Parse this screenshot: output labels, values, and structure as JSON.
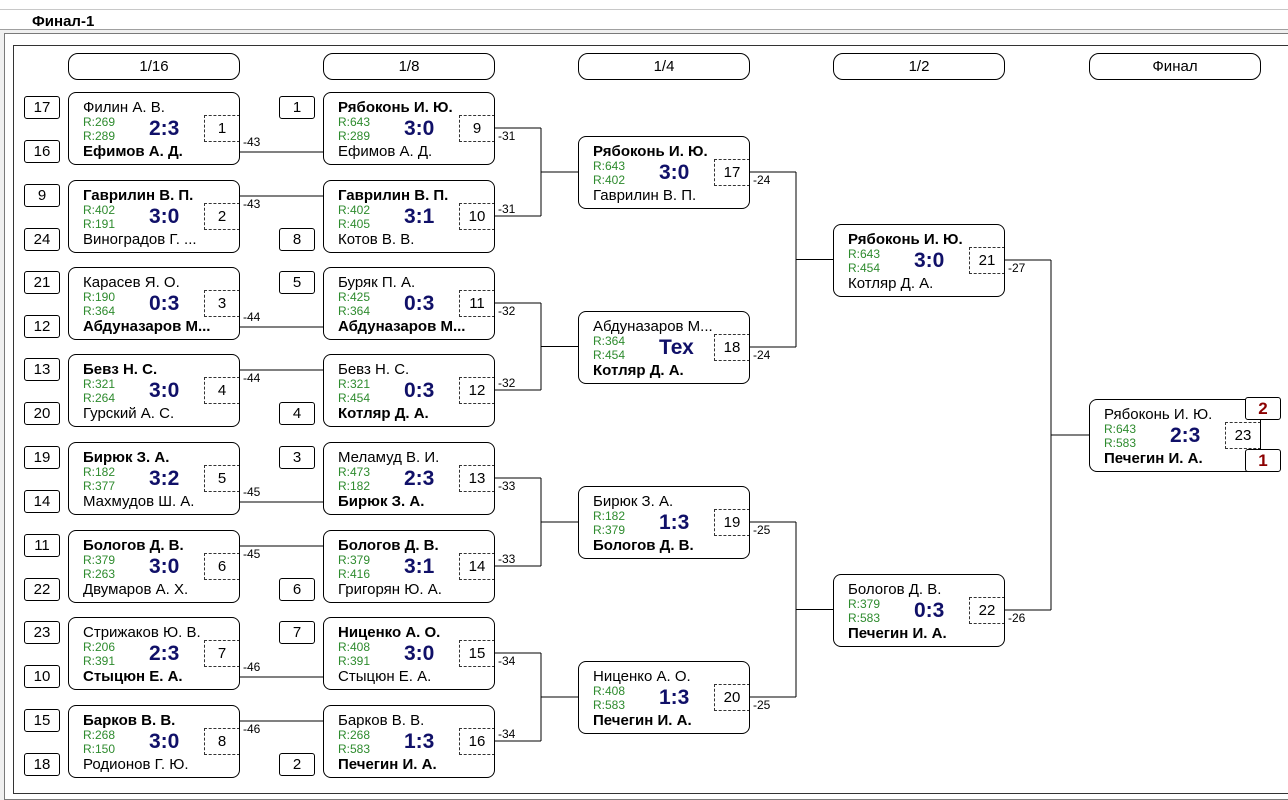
{
  "title": "Финал-1",
  "rounds": [
    "1/16",
    "1/8",
    "1/4",
    "1/2",
    "Финал"
  ],
  "matches": [
    {
      "p1": "Филин А. В.",
      "p2": "Ефимов А. Д.",
      "r1": "R:269",
      "r2": "R:289",
      "score": "2:3",
      "num": "1",
      "win": 2,
      "seed1": "17",
      "seed2": "16",
      "loser": "-43"
    },
    {
      "p1": "Гаврилин В. П.",
      "p2": "Виноградов Г. ...",
      "r1": "R:402",
      "r2": "R:191",
      "score": "3:0",
      "num": "2",
      "win": 1,
      "seed1": "9",
      "seed2": "24",
      "loser": "-43"
    },
    {
      "p1": "Карасев Я. О.",
      "p2": "Абдуназаров М...",
      "r1": "R:190",
      "r2": "R:364",
      "score": "0:3",
      "num": "3",
      "win": 2,
      "seed1": "21",
      "seed2": "12",
      "loser": "-44"
    },
    {
      "p1": "Бевз Н. С.",
      "p2": "Гурский А. С.",
      "r1": "R:321",
      "r2": "R:264",
      "score": "3:0",
      "num": "4",
      "win": 1,
      "seed1": "13",
      "seed2": "20",
      "loser": "-44"
    },
    {
      "p1": "Бирюк З. А.",
      "p2": "Махмудов Ш. А.",
      "r1": "R:182",
      "r2": "R:377",
      "score": "3:2",
      "num": "5",
      "win": 1,
      "seed1": "19",
      "seed2": "14",
      "loser": "-45"
    },
    {
      "p1": "Бологов Д. В.",
      "p2": "Двумаров А. Х.",
      "r1": "R:379",
      "r2": "R:263",
      "score": "3:0",
      "num": "6",
      "win": 1,
      "seed1": "11",
      "seed2": "22",
      "loser": "-45"
    },
    {
      "p1": "Стрижаков Ю. В.",
      "p2": "Стыцюн Е. А.",
      "r1": "R:206",
      "r2": "R:391",
      "score": "2:3",
      "num": "7",
      "win": 2,
      "seed1": "23",
      "seed2": "10",
      "loser": "-46"
    },
    {
      "p1": "Барков В. В.",
      "p2": "Родионов Г. Ю.",
      "r1": "R:268",
      "r2": "R:150",
      "score": "3:0",
      "num": "8",
      "win": 1,
      "seed1": "15",
      "seed2": "18",
      "loser": "-46"
    },
    {
      "p1": "Рябоконь И. Ю.",
      "p2": "Ефимов А. Д.",
      "r1": "R:643",
      "r2": "R:289",
      "score": "3:0",
      "num": "9",
      "win": 1,
      "seed1": "1",
      "seed2": "",
      "loser": "-31"
    },
    {
      "p1": "Гаврилин В. П.",
      "p2": "Котов В. В.",
      "r1": "R:402",
      "r2": "R:405",
      "score": "3:1",
      "num": "10",
      "win": 1,
      "seed1": "",
      "seed2": "8",
      "loser": "-31"
    },
    {
      "p1": "Буряк П. А.",
      "p2": "Абдуназаров М...",
      "r1": "R:425",
      "r2": "R:364",
      "score": "0:3",
      "num": "11",
      "win": 2,
      "seed1": "5",
      "seed2": "",
      "loser": "-32"
    },
    {
      "p1": "Бевз Н. С.",
      "p2": "Котляр Д. А.",
      "r1": "R:321",
      "r2": "R:454",
      "score": "0:3",
      "num": "12",
      "win": 2,
      "seed1": "",
      "seed2": "4",
      "loser": "-32"
    },
    {
      "p1": "Меламуд В. И.",
      "p2": "Бирюк З. А.",
      "r1": "R:473",
      "r2": "R:182",
      "score": "2:3",
      "num": "13",
      "win": 2,
      "seed1": "3",
      "seed2": "",
      "loser": "-33"
    },
    {
      "p1": "Бологов Д. В.",
      "p2": "Григорян Ю. А.",
      "r1": "R:379",
      "r2": "R:416",
      "score": "3:1",
      "num": "14",
      "win": 1,
      "seed1": "",
      "seed2": "6",
      "loser": "-33"
    },
    {
      "p1": "Ниценко А. О.",
      "p2": "Стыцюн Е. А.",
      "r1": "R:408",
      "r2": "R:391",
      "score": "3:0",
      "num": "15",
      "win": 1,
      "seed1": "7",
      "seed2": "",
      "loser": "-34"
    },
    {
      "p1": "Барков В. В.",
      "p2": "Печегин И. А.",
      "r1": "R:268",
      "r2": "R:583",
      "score": "1:3",
      "num": "16",
      "win": 2,
      "seed1": "",
      "seed2": "2",
      "loser": "-34"
    },
    {
      "p1": "Рябоконь И. Ю.",
      "p2": "Гаврилин В. П.",
      "r1": "R:643",
      "r2": "R:402",
      "score": "3:0",
      "num": "17",
      "win": 1,
      "seed1": "",
      "seed2": "",
      "loser": "-24"
    },
    {
      "p1": "Абдуназаров М...",
      "p2": "Котляр Д. А.",
      "r1": "R:364",
      "r2": "R:454",
      "score": "Тех",
      "num": "18",
      "win": 2,
      "seed1": "",
      "seed2": "",
      "loser": "-24"
    },
    {
      "p1": "Бирюк З. А.",
      "p2": "Бологов Д. В.",
      "r1": "R:182",
      "r2": "R:379",
      "score": "1:3",
      "num": "19",
      "win": 2,
      "seed1": "",
      "seed2": "",
      "loser": "-25"
    },
    {
      "p1": "Ниценко А. О.",
      "p2": "Печегин И. А.",
      "r1": "R:408",
      "r2": "R:583",
      "score": "1:3",
      "num": "20",
      "win": 2,
      "seed1": "",
      "seed2": "",
      "loser": "-25"
    },
    {
      "p1": "Рябоконь И. Ю.",
      "p2": "Котляр Д. А.",
      "r1": "R:643",
      "r2": "R:454",
      "score": "3:0",
      "num": "21",
      "win": 1,
      "seed1": "",
      "seed2": "",
      "loser": "-27"
    },
    {
      "p1": "Бологов Д. В.",
      "p2": "Печегин И. А.",
      "r1": "R:379",
      "r2": "R:583",
      "score": "0:3",
      "num": "22",
      "win": 2,
      "seed1": "",
      "seed2": "",
      "loser": "-26"
    },
    {
      "p1": "Рябоконь И. Ю.",
      "p2": "Печегин И. А.",
      "r1": "R:643",
      "r2": "R:583",
      "score": "2:3",
      "num": "23",
      "win": 2,
      "seed1": "2",
      "seed2": "1",
      "loser": ""
    }
  ]
}
